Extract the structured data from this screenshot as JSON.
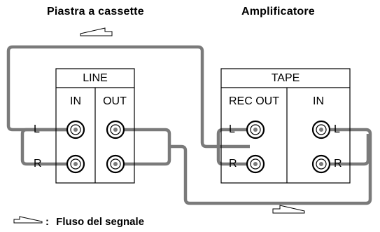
{
  "titles": {
    "left_device": "Piastra a cassette",
    "right_device": "Amplificatore"
  },
  "left_panel": {
    "header": "LINE",
    "col_in": "IN",
    "col_out": "OUT",
    "label_l": "L",
    "label_r": "R"
  },
  "right_panel": {
    "header": "TAPE",
    "col_rec_out": "REC OUT",
    "col_in": "IN",
    "label_l_left": "L",
    "label_r_left": "R",
    "label_l_right": "L",
    "label_r_right": "R"
  },
  "legend": {
    "text": "Fluso del segnale",
    "colon": ":"
  },
  "colors": {
    "cable": "#7a7a7a",
    "line": "#000000",
    "background": "#ffffff"
  }
}
